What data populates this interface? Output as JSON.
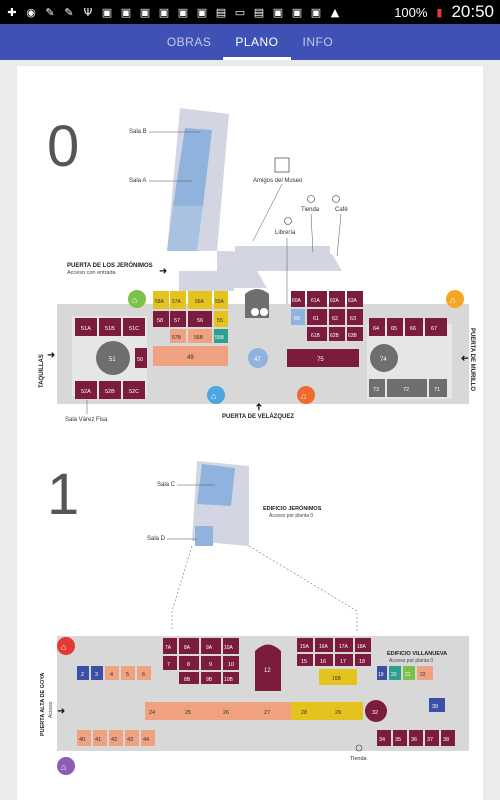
{
  "status": {
    "battery": "100%",
    "time": "20:50"
  },
  "tabs": [
    {
      "label": "OBRAS",
      "active": false
    },
    {
      "label": "PLANO",
      "active": true
    },
    {
      "label": "INFO",
      "active": false
    }
  ],
  "floors": {
    "ground": "0",
    "first": "1"
  },
  "ground": {
    "sala_b": "Sala B",
    "sala_a": "Sala A",
    "amigos": "Amigos del Museo",
    "tienda": "Tienda",
    "cafe": "Café",
    "libreria": "Librería",
    "puerta_jeronimos": "PUERTA DE LOS JERÓNIMOS",
    "acceso_entrada": "Acceso con entrada",
    "taquillas": "TAQUILLAS",
    "puerta_murillo": "PUERTA DE MURILLO",
    "puerta_velazquez": "PUERTA DE VELÁZQUEZ",
    "sala_varez": "Sala Várez Fisa",
    "rooms": [
      "58A",
      "57A",
      "56A",
      "55A",
      "58",
      "57",
      "56",
      "55",
      "57B",
      "56B",
      "55B",
      "49",
      "47",
      "51A",
      "51B",
      "51C",
      "51",
      "50",
      "52A",
      "52B",
      "52C",
      "60A",
      "61A",
      "62A",
      "63A",
      "60",
      "61",
      "62",
      "63",
      "61B",
      "62B",
      "63B",
      "64",
      "65",
      "66",
      "67",
      "75",
      "74",
      "73",
      "72",
      "71"
    ]
  },
  "first": {
    "sala_c": "Sala C",
    "sala_d": "Sala D",
    "edificio_jeronimos": "EDIFICIO JERÓNIMOS",
    "acceso_planta0": "Acceso por planta 0",
    "edificio_villanueva": "EDIFICIO VILLANUEVA",
    "acceso_planta0_b": "Acceso por planta 0",
    "puerta_goya": "PUERTA ALTA DE GOYA",
    "acceso": "Acceso",
    "tienda": "Tienda",
    "rooms": [
      "7A",
      "8A",
      "9A",
      "10A",
      "7",
      "8",
      "9",
      "10",
      "8B",
      "9B",
      "10B",
      "12",
      "15",
      "16",
      "17",
      "18",
      "15A",
      "16A",
      "17A",
      "18A",
      "19",
      "20",
      "21",
      "22",
      "16B",
      "39",
      "2",
      "3",
      "4",
      "5",
      "6",
      "24",
      "25",
      "26",
      "27",
      "28",
      "29",
      "32",
      "40",
      "41",
      "42",
      "43",
      "44",
      "34",
      "35",
      "36",
      "37",
      "38"
    ]
  },
  "colors": {
    "maroon": "#7b1b3e",
    "yellow": "#e5c31f",
    "salmon": "#f0a17f",
    "gray": "#6e6e6e",
    "lightblue": "#8fb3dc",
    "blue": "#3b4fa8",
    "teal": "#2e9e8f"
  }
}
